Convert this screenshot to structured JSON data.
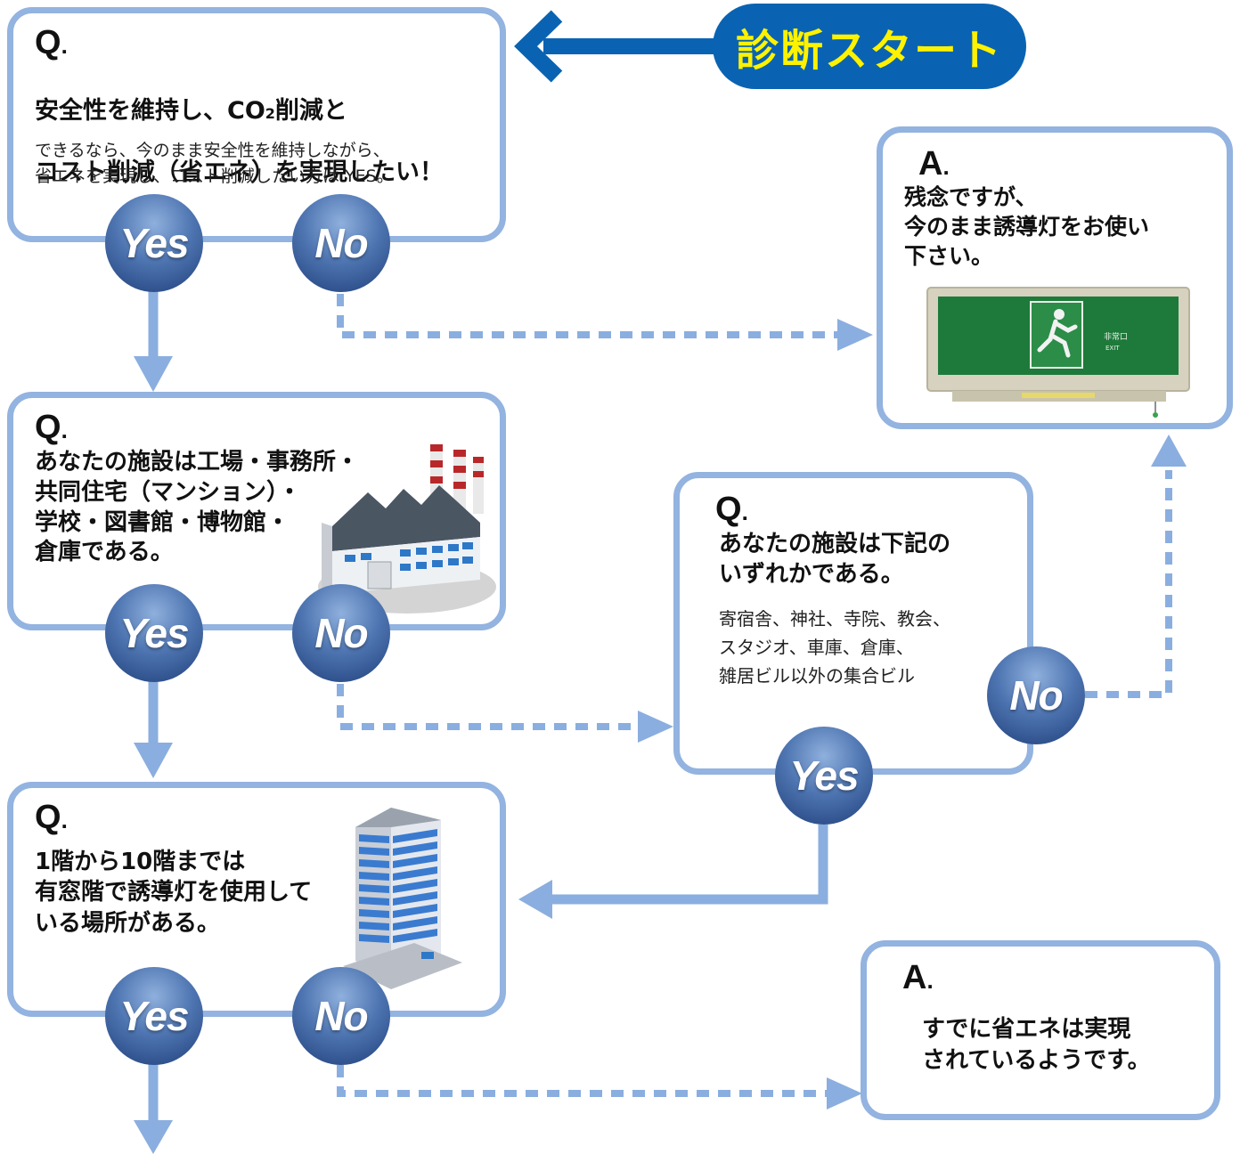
{
  "start": {
    "label": "診断スタート"
  },
  "q1": {
    "mark": "Q",
    "title_line1_pre": "安全性を維持し、CO",
    "title_sub2": "2",
    "title_line1_post": "削減と",
    "title_line2": "コスト削減（省エネ）を実現したい！",
    "sub": "できるなら、今のまま安全性を維持しながら、\n省エネを実現し、コスト削減したい方は YES。"
  },
  "a1": {
    "mark": "A",
    "title": "残念ですが、\n今のまま誘導灯をお使い\n下さい。",
    "sign_text": "非常口",
    "sign_sub": "EXIT"
  },
  "q2": {
    "mark": "Q",
    "title": "あなたの施設は工場・事務所・\n共同住宅（マンション）・\n学校・図書館・博物館・\n倉庫である。"
  },
  "q3": {
    "mark": "Q",
    "title": "あなたの施設は下記の\nいずれかである。",
    "sub": "寄宿舎、神社、寺院、教会、\nスタジオ、車庫、倉庫、\n雑居ビル以外の集合ビル"
  },
  "q4": {
    "mark": "Q",
    "title": "1階から10階までは\n有窓階で誘導灯を使用して\nいる場所がある。"
  },
  "a2": {
    "mark": "A",
    "title": "すでに省エネは実現\nされているようです。"
  },
  "answers": {
    "yes": "Yes",
    "no": "No"
  },
  "colors": {
    "border": "#93b3e0",
    "arrow": "#8aaedf",
    "start_bg": "#0a63b2",
    "start_text": "#fff200",
    "bubble": "#3d64a5"
  }
}
